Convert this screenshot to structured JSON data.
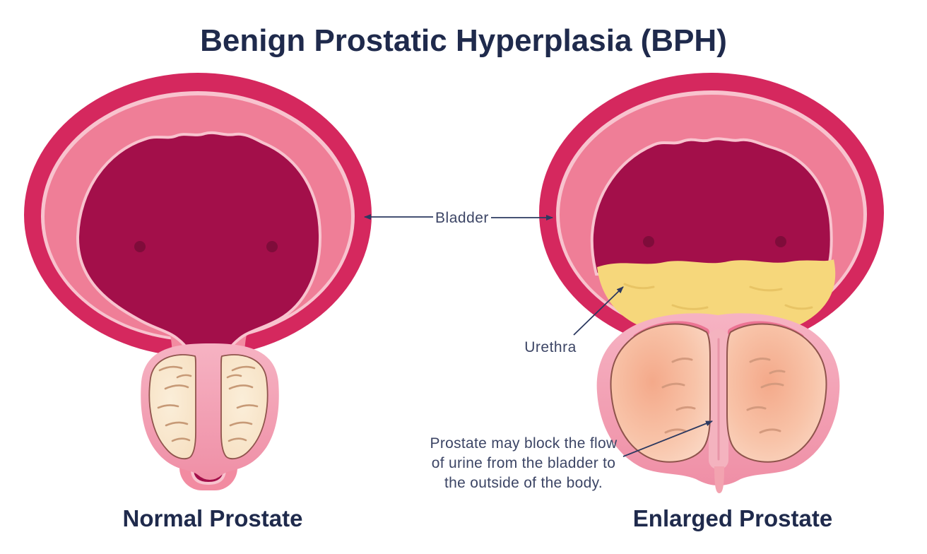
{
  "title": "Benign Prostatic Hyperplasia (BPH)",
  "labels": {
    "bladder": "Bladder",
    "urethra": "Urethra",
    "annotation_line1": "Prostate may block the flow",
    "annotation_line2": "of urine from the bladder to",
    "annotation_line3": "the outside of the body.",
    "left_caption": "Normal Prostate",
    "right_caption": "Enlarged Prostate"
  },
  "colors": {
    "background": "#ffffff",
    "title_text": "#1f2a4c",
    "caption_text": "#1f2a4c",
    "label_text": "#3c4565",
    "arrow": "#2c3960",
    "outer_wall": "#d5285e",
    "wall_highlight": "#f8c3ce",
    "wall_band": "#ef7e97",
    "bladder_interior": "#a30f4a",
    "ureter_dot": "#7f0c3a",
    "urine": "#f6d77b",
    "urine_line": "#e8c465",
    "neck_pink": "#f28ba1",
    "capsule": "#f3a2b5",
    "capsule_deep": "#ec7493",
    "normal_lobe_line": "#c79a77",
    "lobe_outline": "#8f544c",
    "enlarged_lobe_line": "#d49a7e",
    "compressed_urethra": "#f4b3bf",
    "drip": "#f3a3b0"
  }
}
